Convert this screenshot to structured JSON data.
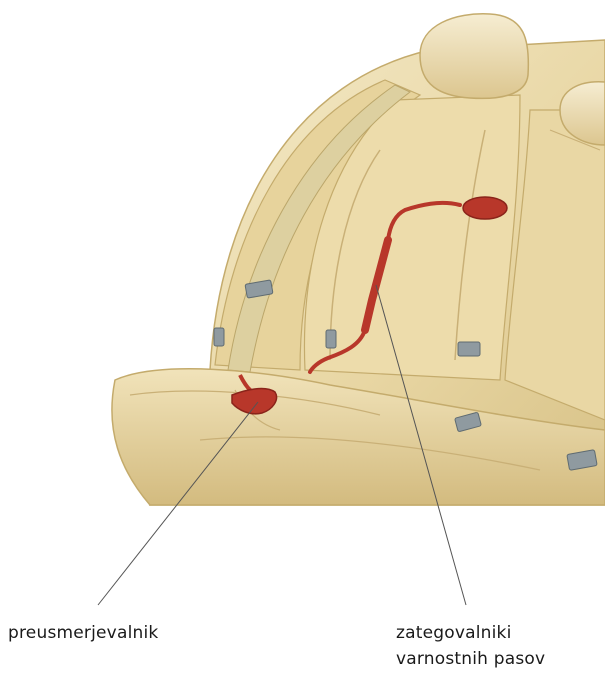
{
  "labels": {
    "left": "preusmerjevalnik",
    "right_line1": "zategovalniki",
    "right_line2": "varnostnih pasov"
  },
  "colors": {
    "seat_light": "#efe1b8",
    "seat_mid": "#e2cf97",
    "seat_shadow": "#cdb678",
    "belt_red": "#b8372a",
    "buckle_gray": "#8f9aa0"
  },
  "icons": {
    "buckle": "seat-belt-buckle-icon"
  }
}
